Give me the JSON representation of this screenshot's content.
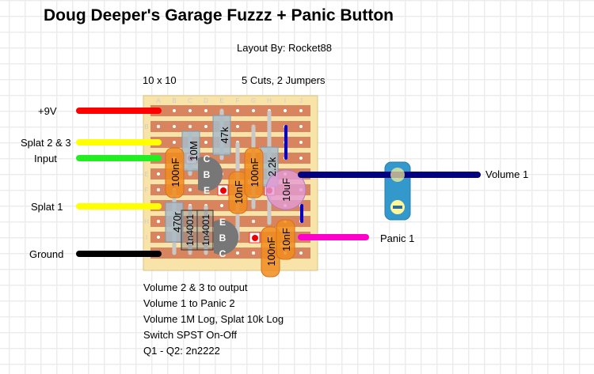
{
  "title": "Doug Deeper's Garage Fuzzz + Panic Button",
  "credit": "Layout By: Rocket88",
  "board_size": "10 x 10",
  "cuts_jumpers": "5 Cuts, 2 Jumpers",
  "columns": [
    "A",
    "B",
    "C",
    "D",
    "E",
    "F",
    "G",
    "H",
    "I",
    "J"
  ],
  "rows_visible": {
    "1": "B",
    "4": "E",
    "5": "F",
    "7": "H",
    "8": "I"
  },
  "wires": {
    "power": "+9V",
    "splat23": "Splat 2 & 3",
    "input": "Input",
    "splat1": "Splat 1",
    "ground": "Ground",
    "volume1": "Volume 1",
    "panic1": "Panic 1"
  },
  "components": {
    "r_10m": "10M",
    "r_47k": "47k",
    "r_2k2": "2.2k",
    "r_470": "470r",
    "c1": "100nF",
    "c2": "10nF",
    "c3": "100nF",
    "c_elec": "10uF",
    "c4": "100nF",
    "c5": "10nF",
    "d1": "1n4001",
    "d2": "1n4001",
    "q1_pins": [
      "C",
      "B",
      "E"
    ],
    "q2_pins": [
      "E",
      "B",
      "C"
    ]
  },
  "notes": [
    "Volume 2 & 3 to output",
    "Volume 1 to Panic 2",
    "Volume 1M Log, Splat 10k Log",
    "Switch SPST On-Off",
    "Q1 - Q2: 2n2222"
  ],
  "colors": {
    "board": "#f8e3a9",
    "strip": "#d8855f",
    "wire_power": "#ff0000",
    "wire_splat": "#ffff00",
    "wire_input": "#22ee22",
    "wire_ground": "#000000",
    "wire_volume": "#000080",
    "wire_panic": "#ff00cc",
    "switch": "#3399cc"
  }
}
